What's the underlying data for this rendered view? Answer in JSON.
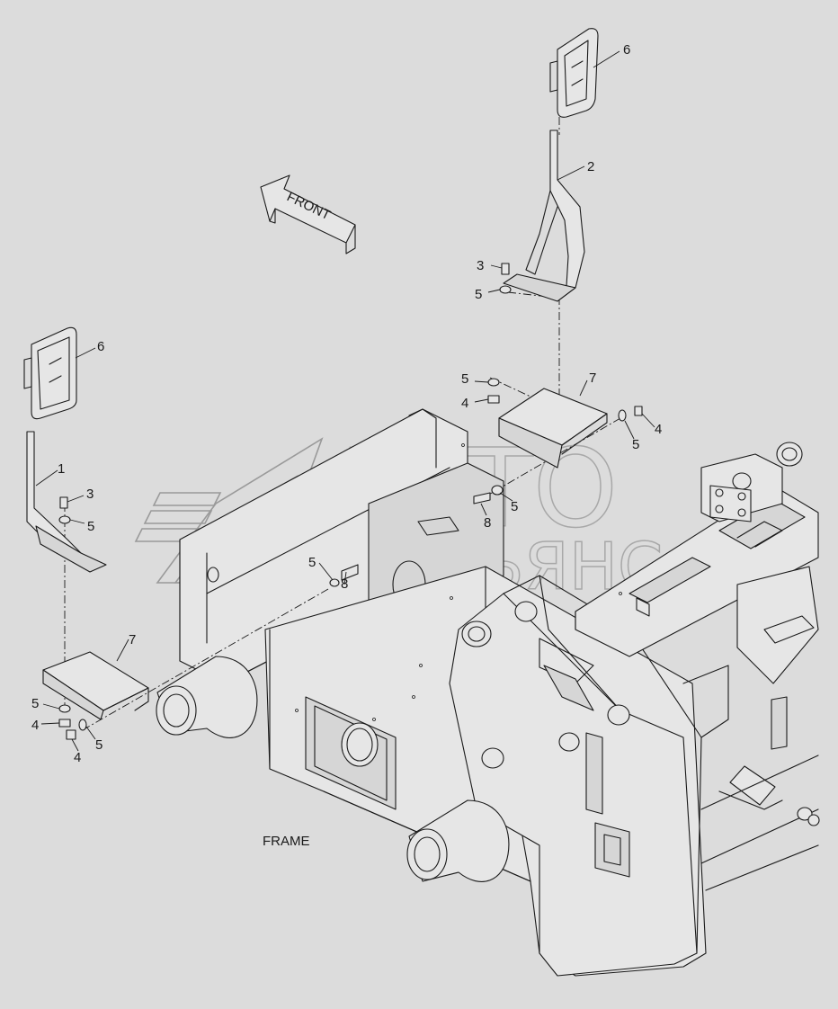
{
  "diagram": {
    "title": "FRAME",
    "direction_label": "FRONT",
    "watermark": {
      "line1": "АВТО",
      "line2": "АЛЬЯНС"
    },
    "callouts": [
      {
        "id": "c6-right",
        "label": "6"
      },
      {
        "id": "c2",
        "label": "2"
      },
      {
        "id": "c3-right",
        "label": "3"
      },
      {
        "id": "c5-right-a",
        "label": "5"
      },
      {
        "id": "c7-right",
        "label": "7"
      },
      {
        "id": "c5-right-b",
        "label": "5"
      },
      {
        "id": "c4-right-a",
        "label": "4"
      },
      {
        "id": "c4-right-b",
        "label": "4"
      },
      {
        "id": "c5-right-c",
        "label": "5"
      },
      {
        "id": "c5-right-d",
        "label": "5"
      },
      {
        "id": "c8-right",
        "label": "8"
      },
      {
        "id": "c6-left",
        "label": "6"
      },
      {
        "id": "c1",
        "label": "1"
      },
      {
        "id": "c3-left",
        "label": "3"
      },
      {
        "id": "c5-left-a",
        "label": "5"
      },
      {
        "id": "c5-center",
        "label": "5"
      },
      {
        "id": "c8-center",
        "label": "8"
      },
      {
        "id": "c7-left",
        "label": "7"
      },
      {
        "id": "c5-left-b",
        "label": "5"
      },
      {
        "id": "c4-left-a",
        "label": "4"
      },
      {
        "id": "c5-left-c",
        "label": "5"
      },
      {
        "id": "c4-left-b",
        "label": "4"
      }
    ]
  }
}
